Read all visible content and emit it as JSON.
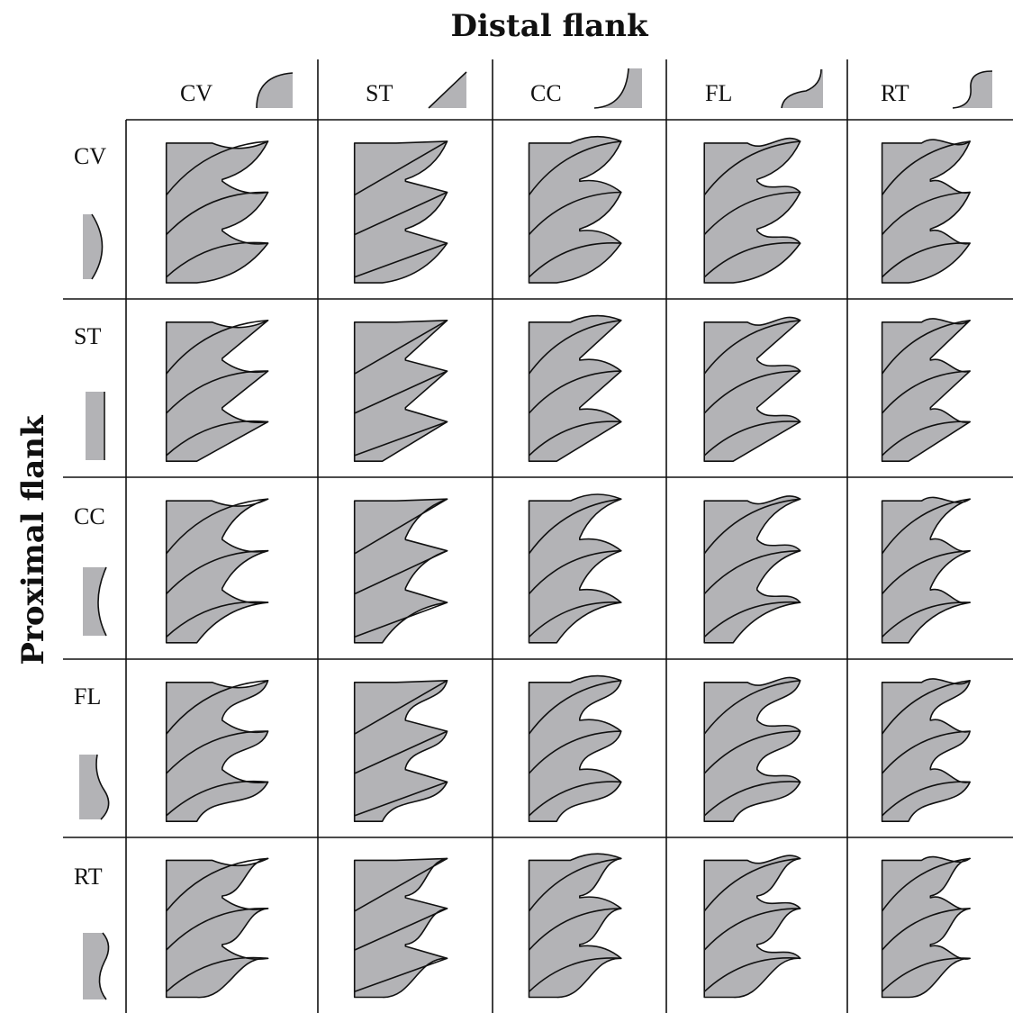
{
  "titles": {
    "top": "Distal flank",
    "left": "Proximal flank"
  },
  "columns": [
    {
      "code": "CV",
      "icon": "convex-profile-icon"
    },
    {
      "code": "ST",
      "icon": "straight-profile-icon"
    },
    {
      "code": "CC",
      "icon": "concave-profile-icon"
    },
    {
      "code": "FL",
      "icon": "flexed-profile-icon"
    },
    {
      "code": "RT",
      "icon": "retroflexed-profile-icon"
    }
  ],
  "rows": [
    {
      "code": "CV",
      "icon": "convex-profile-icon"
    },
    {
      "code": "ST",
      "icon": "straight-profile-icon"
    },
    {
      "code": "CC",
      "icon": "concave-profile-icon"
    },
    {
      "code": "FL",
      "icon": "flexed-profile-icon"
    },
    {
      "code": "RT",
      "icon": "retroflexed-profile-icon"
    }
  ],
  "colors": {
    "fill": "#b3b3b6",
    "stroke": "#111111"
  }
}
